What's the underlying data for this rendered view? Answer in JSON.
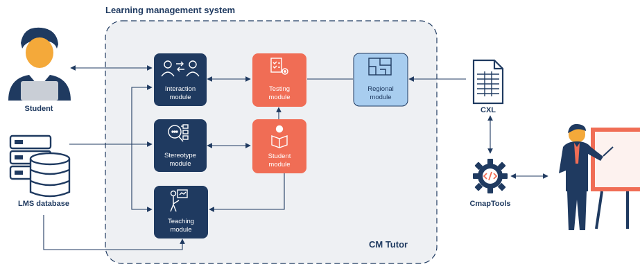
{
  "system_title": "Learning management system",
  "container_label": "CM Tutor",
  "actors": {
    "student": "Student",
    "lms_database": "LMS database",
    "cxl": "CXL",
    "cmaptools": "CmapTools"
  },
  "modules": {
    "interaction": [
      "Interaction",
      "module"
    ],
    "stereotype": [
      "Stereotype",
      "module"
    ],
    "teaching": [
      "Teaching",
      "module"
    ],
    "testing": [
      "Testing",
      "module"
    ],
    "student": [
      "Student",
      "module"
    ],
    "regional": [
      "Regional",
      "module"
    ]
  },
  "colors": {
    "navy": "#1f3a60",
    "coral": "#f06d55",
    "light_blue": "#a8cdef",
    "panel": "#eef0f3",
    "line": "#1f3a60"
  },
  "icons": {
    "student": "person-laptop-icon",
    "lms_database": "server-database-icon",
    "cxl": "spreadsheet-file-icon",
    "cmaptools": "gear-code-icon",
    "teacher": "presenter-board-icon"
  }
}
